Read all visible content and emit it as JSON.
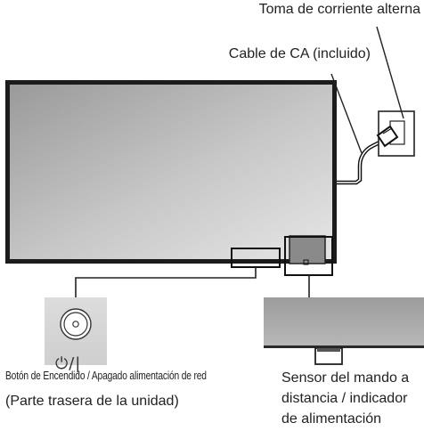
{
  "labels": {
    "ac_outlet": "Toma de corriente alterna",
    "ac_cable": "Cable de CA (incluido)",
    "power_button": "Botón de Encendido / Apagado alimentación de red",
    "rear_unit": "(Parte trasera de la unidad)",
    "sensor_line1": "Sensor del mando a",
    "sensor_line2": "distancia / indicador",
    "sensor_line3": "de alimentación",
    "power_symbol": "⏻/|"
  },
  "colors": {
    "screen_gradient_start": "#9e9e9e",
    "screen_gradient_end": "#e4e4e4",
    "frame": "#222222",
    "button_panel": "#d8d8d8",
    "sensor_panel": "#a8a8a8"
  }
}
